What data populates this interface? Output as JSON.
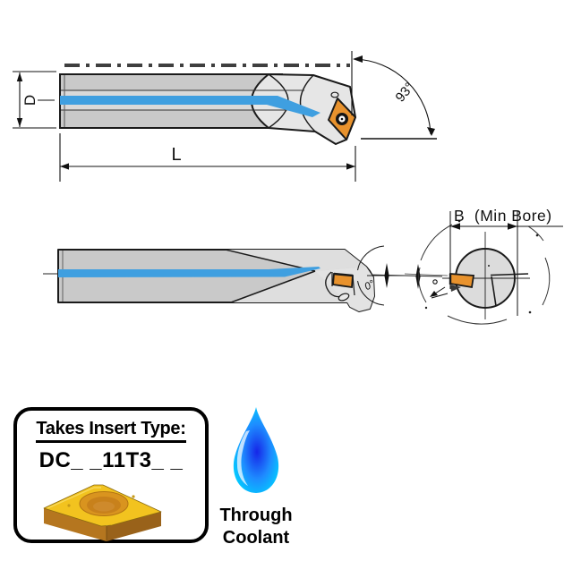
{
  "drawing": {
    "side_view": {
      "diameter_label": "D",
      "length_label": "L",
      "lead_angle_label": "93°"
    },
    "plan_view": {
      "inclination_label": "0°",
      "min_bore_label": "B  (Min Bore)"
    },
    "colors": {
      "coolant_blue": "#3F9FE0",
      "insert_orange": "#E8922D",
      "body_gray": "#C9C9C9",
      "head_gray": "#E6E6E6",
      "end_circle_gray": "#DCDCDC",
      "outline": "#1A1A1A"
    }
  },
  "insert_box": {
    "title": "Takes Insert Type:",
    "code": "DC_ _11T3_ _",
    "insert_colors": {
      "top": "#F2C31F",
      "side_left": "#B5761F",
      "side_right": "#99621A",
      "hole_outer": "#D9941F",
      "hole_inner": "#C8811B"
    }
  },
  "coolant": {
    "label_line1": "Through",
    "label_line2": "Coolant",
    "drop_colors": {
      "core": "#1626E8",
      "mid": "#1E8CFF",
      "edge": "#00D0FF"
    }
  }
}
